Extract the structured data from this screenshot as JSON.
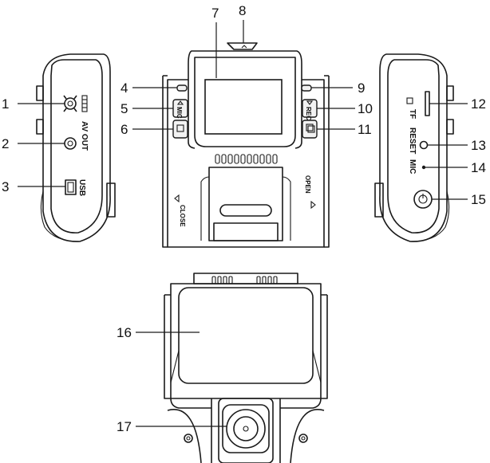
{
  "callouts": [
    "1",
    "2",
    "3",
    "4",
    "5",
    "6",
    "7",
    "8",
    "9",
    "10",
    "11",
    "12",
    "13",
    "14",
    "15",
    "16",
    "17"
  ],
  "port_labels": {
    "av_out": "AV OUT",
    "usb": "USB",
    "tf": "TF",
    "reset": "RESET",
    "mic": "MIC",
    "close": "CLOSE",
    "open": "OPEN",
    "mic_button": "MIC",
    "rec_button": "REC"
  }
}
